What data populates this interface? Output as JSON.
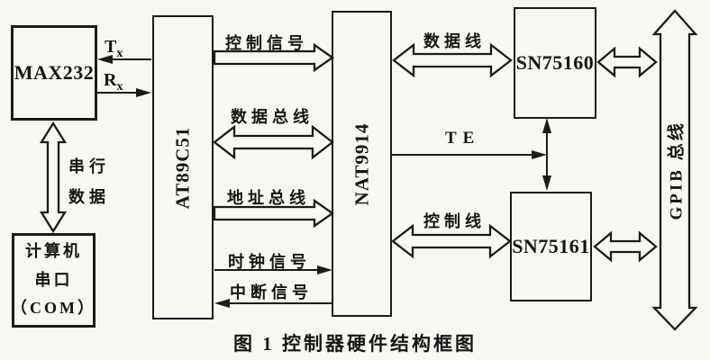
{
  "diagram": {
    "caption": "图 1 控制器硬件结构框图",
    "blocks": {
      "max232": "MAX232",
      "computer_com": [
        "计算机",
        "串口",
        "（COM）"
      ],
      "at89c51": "AT89C51",
      "nat9914": "NAT9914",
      "sn75160": "SN75160",
      "sn75161": "SN75161"
    },
    "labels": {
      "tx_main": "T",
      "tx_sub": "x",
      "rx_main": "R",
      "rx_sub": "x",
      "serial_data_line1": "串行",
      "serial_data_line2": "数据",
      "control_signal": "控制信号",
      "data_bus": "数据总线",
      "address_bus": "地址总线",
      "clock_signal": "时钟信号",
      "interrupt_signal": "中断信号",
      "data_line": "数据线",
      "te": "TE",
      "control_line": "控制线",
      "gpib_bus": "GPIB 总线"
    },
    "colors": {
      "ink": "#1b1b1b",
      "paper": "#f8f7f2"
    }
  }
}
